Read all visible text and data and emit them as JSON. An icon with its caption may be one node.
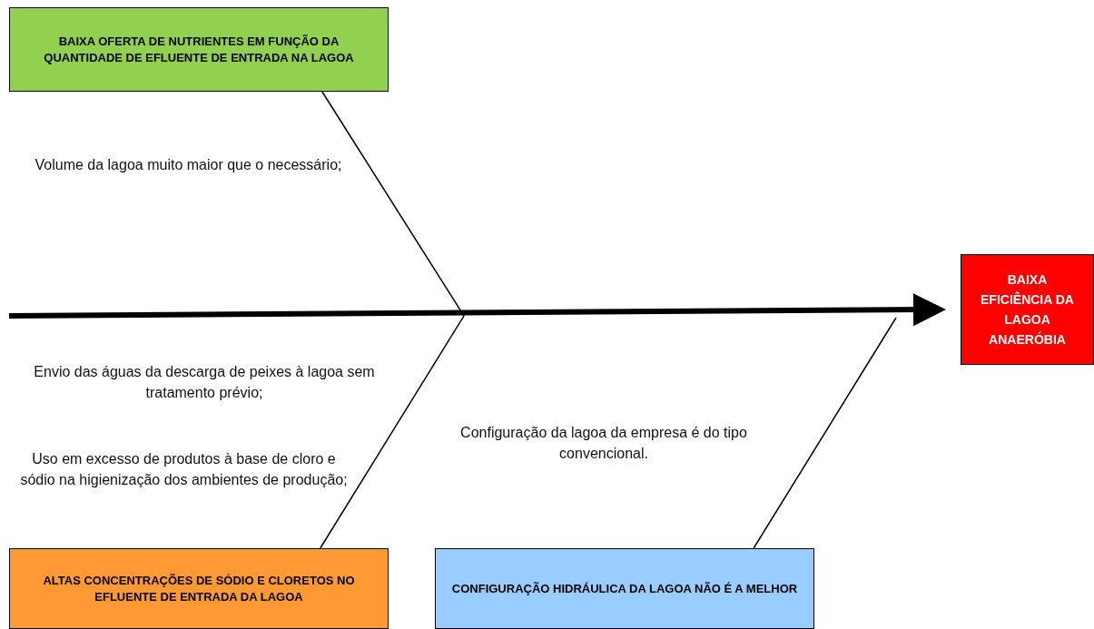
{
  "diagram": {
    "nodes": [
      {
        "text": [
          "BAIXA OFERTA DE NUTRIENTES EM FUNÇÃO DA QUANTIDADE DE EFLUENTE DE ENTRADA NA LAGOA"
        ]
      },
      {
        "text": [
          "ALTAS CONCENTRAÇÕES DE SÓDIO E CLORETOS NO EFLUENTE DE ENTRADA DA LAGOA"
        ]
      },
      {
        "text": [
          "CONFIGURAÇÃO HIDRÁULICA DA LAGOA NÃO É A MELHOR"
        ]
      },
      {
        "text": [
          "BAIXA EFICIÊNCIA DA LAGOA ANAERÓBIA"
        ]
      }
    ],
    "edges": [
      {
        "from": null,
        "to": 3,
        "arrow": "to",
        "style": "thick"
      },
      {
        "from": 0,
        "to": null,
        "arrow": "none"
      },
      {
        "from": 1,
        "to": null,
        "arrow": "none"
      },
      {
        "from": 2,
        "to": null,
        "arrow": "none"
      }
    ],
    "labels": [
      "Volume da lagoa muito maior que o necessário;",
      "Envio das águas da descarga de peixes à lagoa sem tratamento prévio;",
      "Uso em excesso de produtos à base de cloro e sódio na higienização dos ambientes de produção;",
      "Configuração da lagoa da empresa é do tipo convencional."
    ]
  }
}
